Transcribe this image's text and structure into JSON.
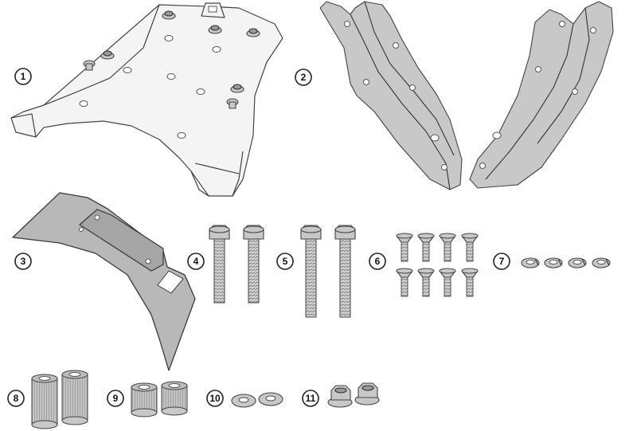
{
  "callouts": [
    {
      "id": "part-1",
      "label": "1"
    },
    {
      "id": "part-2",
      "label": "2"
    },
    {
      "id": "part-3",
      "label": "3"
    },
    {
      "id": "part-4",
      "label": "4"
    },
    {
      "id": "part-5",
      "label": "5"
    },
    {
      "id": "part-6",
      "label": "6"
    },
    {
      "id": "part-7",
      "label": "7"
    },
    {
      "id": "part-8",
      "label": "8"
    },
    {
      "id": "part-9",
      "label": "9"
    },
    {
      "id": "part-10",
      "label": "10"
    },
    {
      "id": "part-11",
      "label": "11"
    }
  ],
  "colors": {
    "outline": "#444444",
    "metal": "#c8c8c8",
    "plate": "#f4f4f4"
  }
}
